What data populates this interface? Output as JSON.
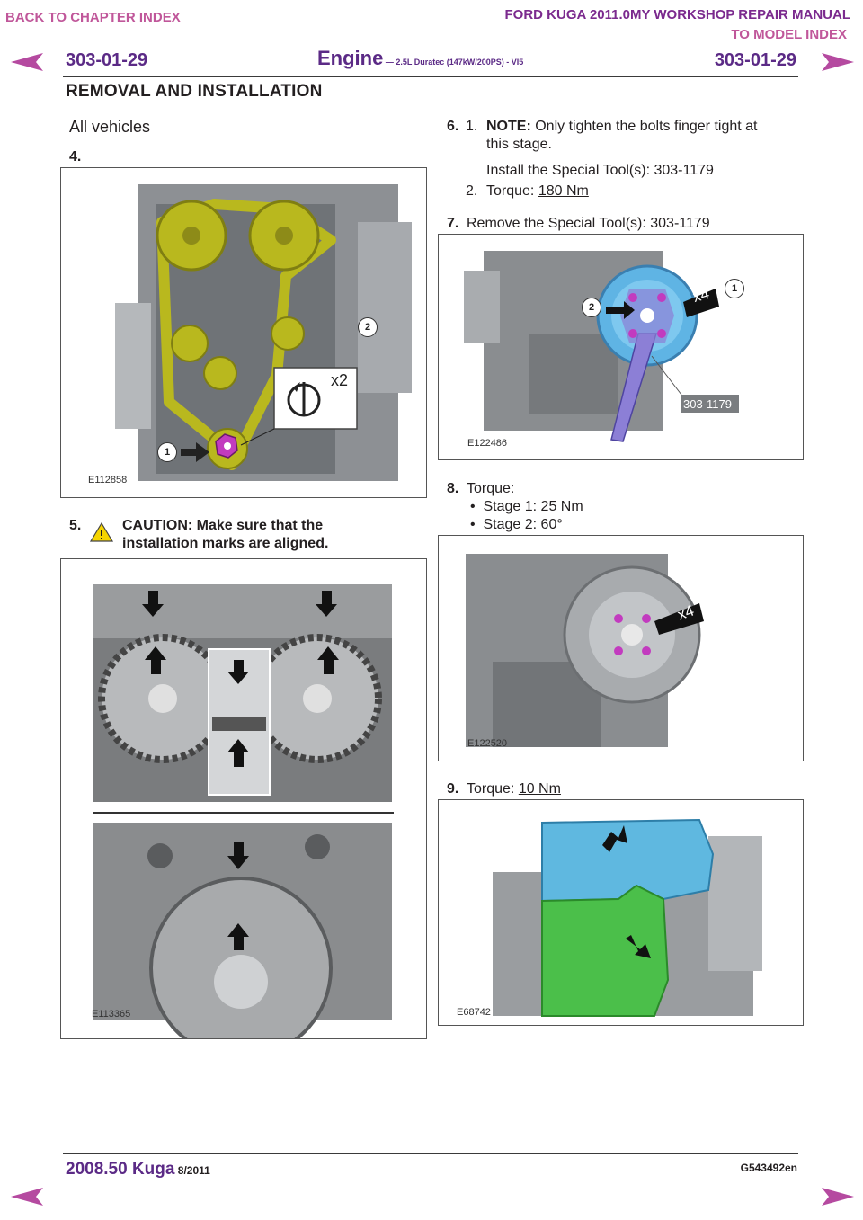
{
  "nav": {
    "back_chapter": "BACK TO CHAPTER INDEX",
    "manual_title": "FORD KUGA 2011.0MY WORKSHOP REPAIR MANUAL",
    "model_index": "TO MODEL INDEX"
  },
  "header": {
    "page_left": "303-01-29",
    "page_right": "303-01-29",
    "title": "Engine",
    "subtitle": " — 2.5L Duratec (147kW/200PS) - VI5",
    "section": "REMOVAL AND INSTALLATION"
  },
  "left": {
    "all_vehicles": "All vehicles",
    "step4_num": "4.",
    "fig1_code": "E112858",
    "fig1_x2": "x2",
    "fig1_c1": "1",
    "fig1_c2": "2",
    "step5_num": "5.",
    "step5_caution_line1": "CAUTION: Make sure that the",
    "step5_caution_line2": "installation marks are aligned.",
    "fig2_code": "E113365"
  },
  "right": {
    "step6_num": "6.",
    "step6_sub1_num": "1.",
    "step6_note_label": "NOTE:",
    "step6_note_text": " Only tighten the bolts finger tight at",
    "step6_note_text2": "this stage.",
    "step6_install": "Install the Special Tool(s): 303-1179",
    "step6_sub2_num": "2.",
    "step6_torque_label": "Torque: ",
    "step6_torque_value": "180 Nm",
    "step7_num": "7.",
    "step7_text": "Remove the Special Tool(s): 303-1179",
    "fig3_code": "E122486",
    "fig3_tool": "303-1179",
    "fig3_x4": "x4",
    "fig3_c1": "1",
    "fig3_c2": "2",
    "step8_num": "8.",
    "step8_text": "Torque:",
    "step8_stage1_label": "Stage 1: ",
    "step8_stage1_value": "25 Nm",
    "step8_stage2_label": "Stage 2: ",
    "step8_stage2_value": "60°",
    "fig4_code": "E122520",
    "fig4_x4": "x4",
    "step9_num": "9.",
    "step9_label": "Torque: ",
    "step9_value": "10 Nm",
    "fig5_code": "E68742"
  },
  "footer": {
    "model": "2008.50 Kuga",
    "date": " 8/2011",
    "code": "G543492en"
  },
  "colors": {
    "accent_purple": "#5b2a86",
    "link_pink": "#c0579a",
    "nav_arrow": "#b54aa0",
    "belt_yellow": "#b9b81e",
    "bolt_magenta": "#c23bbf",
    "tool_violet": "#8c7fd6",
    "cover_blue": "#5fb8e0",
    "cover_green": "#4bbf4a"
  }
}
